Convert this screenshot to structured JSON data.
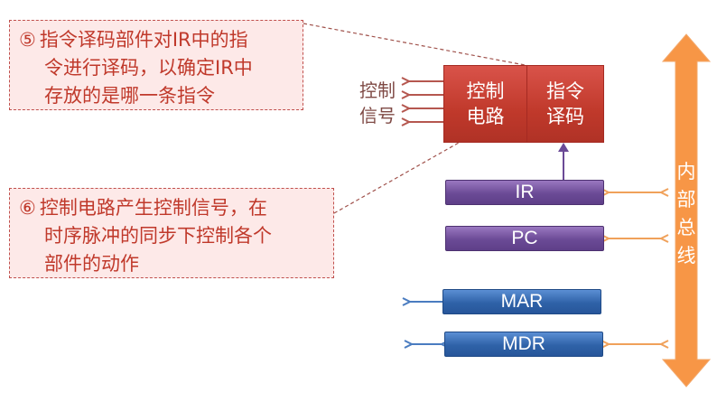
{
  "notes": {
    "step5": {
      "number": "⑤",
      "lines": [
        "指令译码部件对IR中的指",
        "令进行译码，以确定IR中",
        "存放的是哪一条指令"
      ]
    },
    "step6": {
      "number": "⑥",
      "lines": [
        "控制电路产生控制信号，在",
        "时序脉冲的同步下控制各个",
        "部件的动作"
      ]
    }
  },
  "control_circuit": {
    "lines": [
      "控制",
      "电路"
    ]
  },
  "instruction_decoder": {
    "lines": [
      "指令",
      "译码"
    ]
  },
  "control_signal_label": {
    "lines": [
      "控制",
      "信号"
    ]
  },
  "registers": {
    "ir": "IR",
    "pc": "PC",
    "mar": "MAR",
    "mdr": "MDR"
  },
  "internal_bus": {
    "chars": [
      "内",
      "部",
      "总",
      "线"
    ]
  },
  "colors": {
    "note_text": "#c0392b",
    "red_box": "#c0392b",
    "purple_reg": "#6b4a96",
    "blue_reg": "#2f62a8",
    "bus": "#f79646",
    "arrow_orange": "#f0a15a",
    "arrow_blue": "#4a7cc0",
    "arrow_red": "#b5574f"
  }
}
